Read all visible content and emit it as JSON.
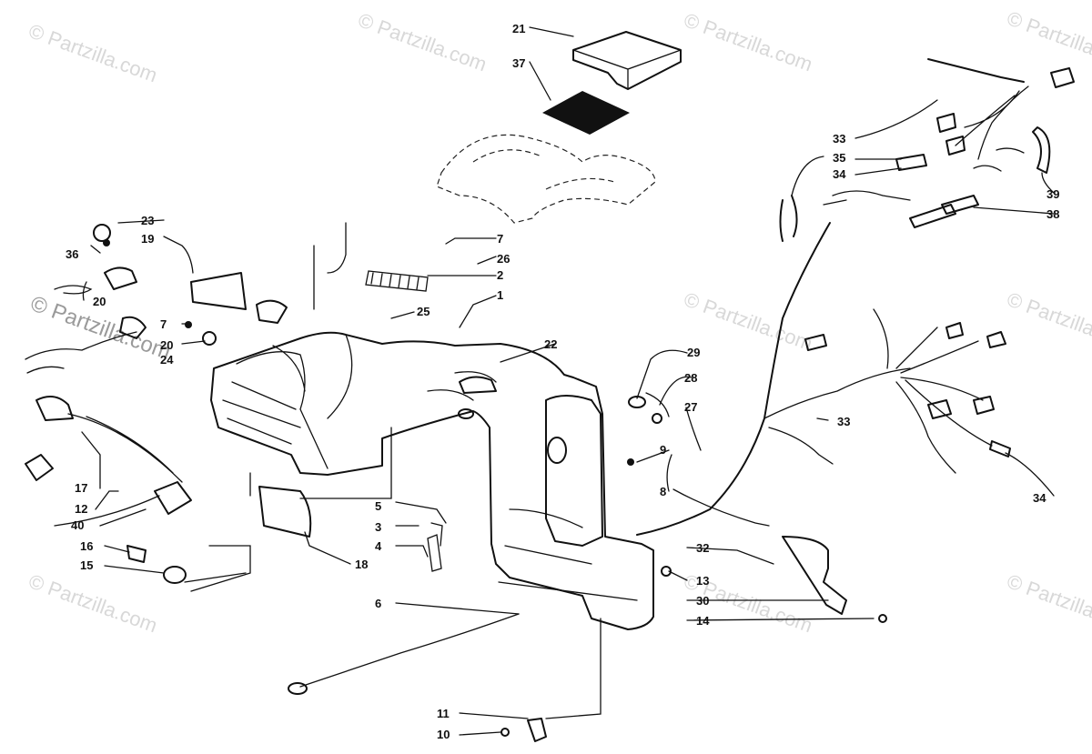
{
  "watermark": {
    "text": "© Partzilla.com"
  },
  "callouts": [
    "21",
    "37",
    "23",
    "19",
    "36",
    "7",
    "26",
    "2",
    "1",
    "20",
    "25",
    "7",
    "20",
    "24",
    "22",
    "29",
    "28",
    "27",
    "9",
    "8",
    "17",
    "12",
    "40",
    "5",
    "3",
    "4",
    "16",
    "15",
    "18",
    "6",
    "13",
    "32",
    "30",
    "14",
    "11",
    "10",
    "33",
    "35",
    "34",
    "39",
    "38",
    "33",
    "34"
  ]
}
